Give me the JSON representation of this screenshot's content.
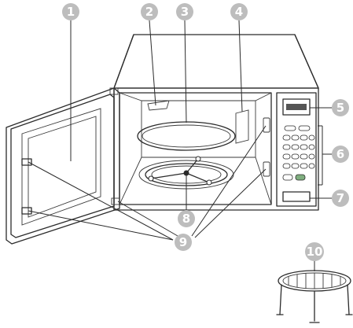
{
  "callouts": [
    {
      "id": "1",
      "label": "1"
    },
    {
      "id": "2",
      "label": "2"
    },
    {
      "id": "3",
      "label": "3"
    },
    {
      "id": "4",
      "label": "4"
    },
    {
      "id": "5",
      "label": "5"
    },
    {
      "id": "6",
      "label": "6"
    },
    {
      "id": "7",
      "label": "7"
    },
    {
      "id": "8",
      "label": "8"
    },
    {
      "id": "9",
      "label": "9"
    },
    {
      "id": "10",
      "label": "10"
    }
  ],
  "colors": {
    "badge": "#bdbdbd",
    "badge_text": "#ffffff",
    "line": "#2b2b2b",
    "panel_button_accent": "#7fae7f"
  }
}
